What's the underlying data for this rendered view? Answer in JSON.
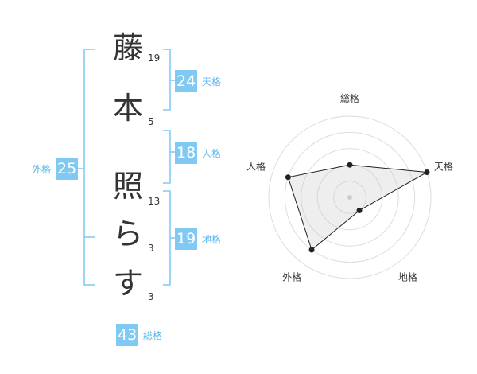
{
  "name_chars": [
    {
      "char": "藤",
      "strokes": "19"
    },
    {
      "char": "本",
      "strokes": "5"
    },
    {
      "char": "照",
      "strokes": "13"
    },
    {
      "char": "ら",
      "strokes": "3"
    },
    {
      "char": "す",
      "strokes": "3"
    }
  ],
  "grids": {
    "tenkaku": {
      "value": "24",
      "label": "天格"
    },
    "jinkaku": {
      "value": "18",
      "label": "人格"
    },
    "chikaku": {
      "value": "19",
      "label": "地格"
    },
    "gaikaku": {
      "value": "25",
      "label": "外格"
    },
    "soukaku": {
      "value": "43",
      "label": "総格"
    }
  },
  "colors": {
    "accent": "#7fc9f2",
    "bracket": "#7fc9f2",
    "text": "#333333"
  },
  "chart_data": {
    "type": "radar",
    "axes": [
      "総格",
      "天格",
      "地格",
      "外格",
      "人格"
    ],
    "values": [
      2,
      5,
      1,
      4,
      4
    ],
    "max": 5,
    "rings": 5
  }
}
